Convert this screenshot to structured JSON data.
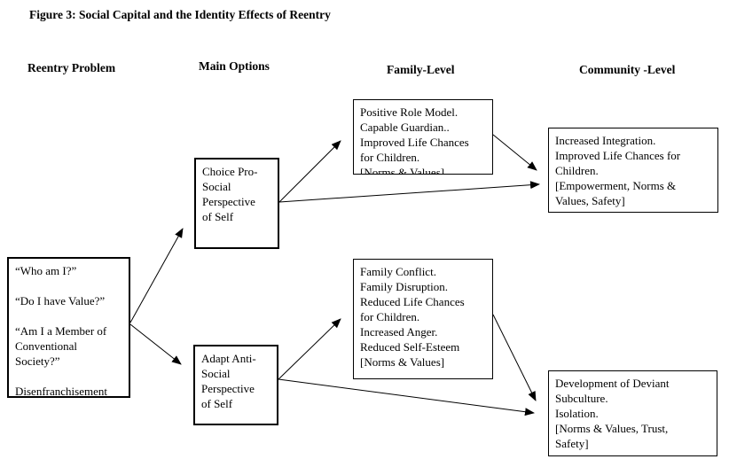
{
  "figure": {
    "title": "Figure 3: Social Capital and the Identity Effects of Reentry"
  },
  "column_headers": {
    "reentry_problem": "Reentry Problem",
    "main_options": "Main Options",
    "family_level": "Family-Level",
    "community_level": "Community -Level"
  },
  "nodes": {
    "reentry_problem": {
      "lines": [
        "“Who am I?”",
        "",
        "“Do I have Value?”",
        "",
        "“Am I a Member of",
        "Conventional",
        "Society?”",
        "",
        "Disenfranchisement"
      ]
    },
    "choice_pro_social": {
      "lines": [
        "Choice Pro-",
        "Social",
        "Perspective",
        "of Self"
      ]
    },
    "adapt_anti_social": {
      "lines": [
        "Adapt Anti-",
        "Social",
        "Perspective",
        "of Self"
      ]
    },
    "family_positive": {
      "lines": [
        "Positive Role Model.",
        "Capable Guardian..",
        "Improved Life Chances",
        "for Children.",
        "[Norms & Values]"
      ]
    },
    "family_negative": {
      "lines": [
        "Family Conflict.",
        "Family Disruption.",
        "Reduced Life Chances",
        "for Children.",
        "Increased Anger.",
        "Reduced Self-Esteem",
        "[Norms & Values]"
      ]
    },
    "community_positive": {
      "lines": [
        "Increased Integration.",
        "Improved Life Chances for",
        "Children.",
        "[Empowerment, Norms &",
        "Values, Safety]"
      ]
    },
    "community_negative": {
      "lines": [
        "Development of Deviant",
        "Subculture.",
        "Isolation.",
        "[Norms & Values, Trust,",
        "Safety]"
      ]
    }
  },
  "connections": [
    {
      "from": "reentry_problem",
      "to": "choice_pro_social"
    },
    {
      "from": "reentry_problem",
      "to": "adapt_anti_social"
    },
    {
      "from": "choice_pro_social",
      "to": "family_positive"
    },
    {
      "from": "choice_pro_social",
      "to": "community_positive"
    },
    {
      "from": "family_positive",
      "to": "community_positive"
    },
    {
      "from": "adapt_anti_social",
      "to": "family_negative"
    },
    {
      "from": "adapt_anti_social",
      "to": "community_negative"
    },
    {
      "from": "family_negative",
      "to": "community_negative"
    }
  ],
  "colors": {
    "background": "#ffffff",
    "text": "#000000",
    "box_border": "#000000",
    "arrow": "#000000"
  }
}
